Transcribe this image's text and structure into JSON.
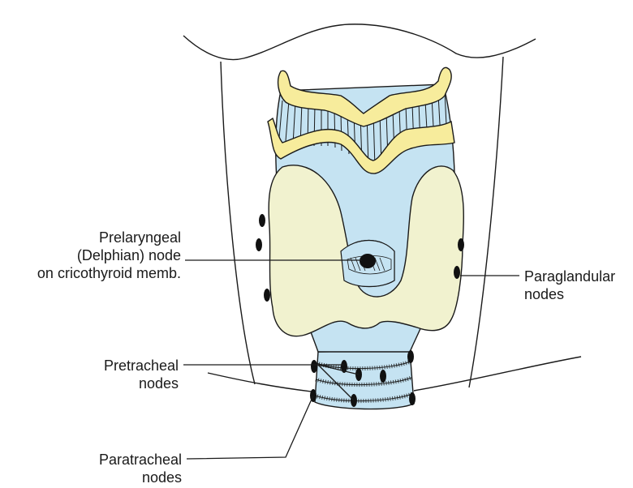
{
  "labels": {
    "prelaryngeal": {
      "line1": "Prelaryngeal",
      "line2": "(Delphian) node",
      "line3": "on cricothyroid memb."
    },
    "paraglandular": {
      "line1": "Paraglandular",
      "line2": "nodes"
    },
    "pretracheal": {
      "line1": "Pretracheal",
      "line2": "nodes"
    },
    "paratracheal": {
      "line1": "Paratracheal",
      "line2": "nodes"
    }
  },
  "colors": {
    "cartilage_blue": "#c5e3f2",
    "thyroid_gland": "#f1f2cf",
    "hyoid_yellow": "#f7ec9c",
    "outline": "#1a1a1a",
    "node": "#111111"
  }
}
